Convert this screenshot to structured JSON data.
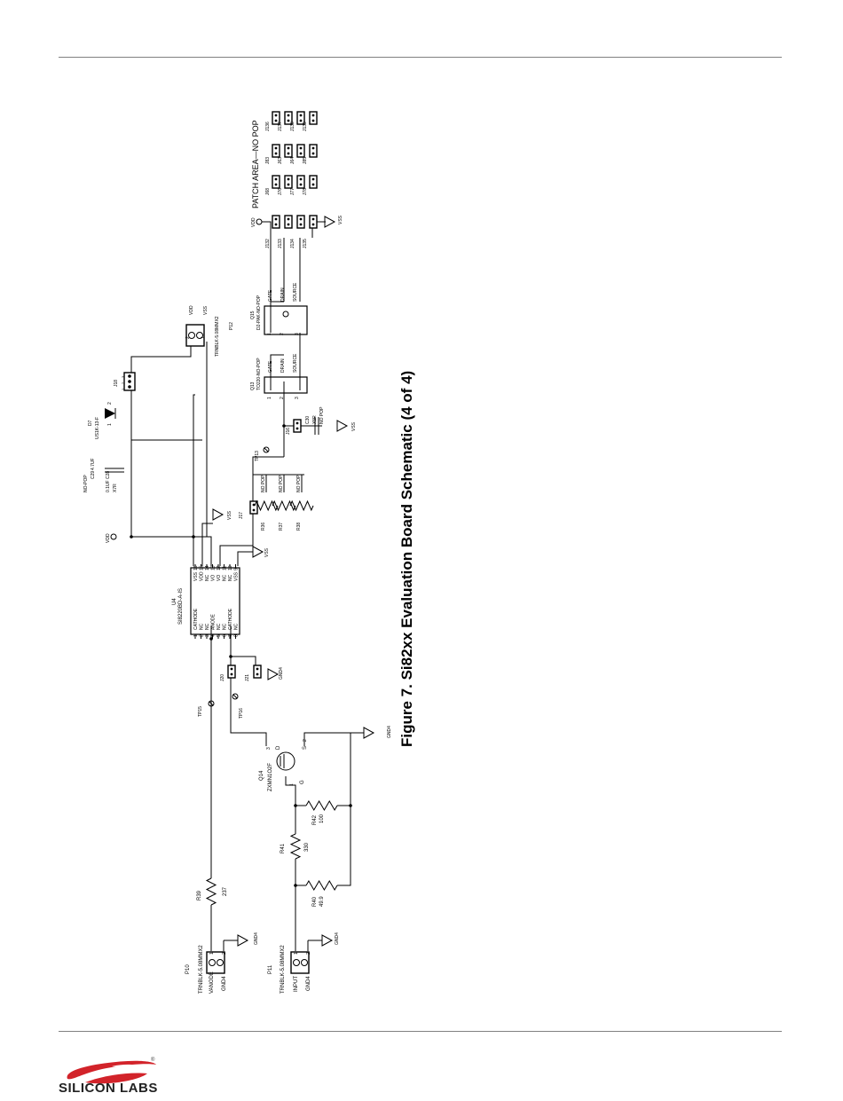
{
  "figure": {
    "caption": "Figure 7. Si82xx Evaluation Board Schematic (4 of 4)"
  },
  "logo": {
    "text": "SILICON LABS"
  },
  "patch": {
    "title": "PATCH AREA—NO POP",
    "left_col": [
      "J132",
      "J133",
      "J134",
      "J135"
    ],
    "left_top_label": "VDD",
    "left_bottom_label": "VSS",
    "grid": [
      [
        "J68",
        "J83",
        "J136"
      ],
      [
        "J76",
        "J63",
        "J137"
      ],
      [
        "J77",
        "J64",
        "J138"
      ],
      [
        "J78",
        "J85",
        "J139"
      ]
    ]
  },
  "u4": {
    "ref": "U4",
    "part": "SI8220BD-A-IS",
    "left_pins": [
      {
        "num": "1",
        "name": "CATHODE"
      },
      {
        "num": "2",
        "name": "NC"
      },
      {
        "num": "3",
        "name": "NC"
      },
      {
        "num": "4",
        "name": "ANODE"
      },
      {
        "num": "5",
        "name": "NC"
      },
      {
        "num": "6",
        "name": "NC"
      },
      {
        "num": "7",
        "name": "CATHODE"
      },
      {
        "num": "8",
        "name": "NC"
      }
    ],
    "right_pins": [
      {
        "num": "16",
        "name": "VSS"
      },
      {
        "num": "15",
        "name": "VDD"
      },
      {
        "num": "14",
        "name": "NC"
      },
      {
        "num": "13",
        "name": "VO"
      },
      {
        "num": "12",
        "name": "VO"
      },
      {
        "num": "11",
        "name": "NC"
      },
      {
        "num": "10",
        "name": "NC"
      },
      {
        "num": "9",
        "name": "VSS"
      }
    ]
  },
  "parts": {
    "p10": {
      "ref": "P10",
      "part": "TRNBLK-5.08MMX2",
      "pin1": "VANODE",
      "pin2": "GND4",
      "n1": "1",
      "n2": "2"
    },
    "p11": {
      "ref": "P11",
      "part": "TRNBLK-5.08MMX2",
      "pin1": "INPUT",
      "pin2": "GND4",
      "n1": "1",
      "n2": "2"
    },
    "p12": {
      "ref": "P12",
      "part": "TRNBLK-5.08MMX2",
      "pin1": "VDD",
      "pin2": "VSS",
      "n1": "2",
      "n2": "1"
    },
    "r39": {
      "ref": "R39",
      "val": "237"
    },
    "r40": {
      "ref": "R40",
      "val": "49.9"
    },
    "r41": {
      "ref": "R41",
      "val": "330"
    },
    "r42": {
      "ref": "R42",
      "val": "100"
    },
    "r36": {
      "ref": "R36",
      "val": "NO POP"
    },
    "r37": {
      "ref": "R37",
      "val": "NO POP"
    },
    "r38": {
      "ref": "R38",
      "val": "NO POP"
    },
    "q14": {
      "ref": "Q14",
      "part": "ZXMN1O2F",
      "d": "D",
      "g": "G",
      "s": "S",
      "n3": "3",
      "n1": "1",
      "n2": "2"
    },
    "q13": {
      "ref": "Q13",
      "part": "TO220-NO-POP",
      "gate": "GATE",
      "drain": "DRAIN",
      "source": "SOURCE",
      "n1": "1",
      "n2": "2",
      "n3": "3"
    },
    "q15": {
      "ref": "Q15",
      "part": "D2-PAK-NO-POP",
      "gate": "GATE",
      "drain": "DRAIN",
      "source": "SOURCE",
      "n1": "1",
      "n2": "2",
      "n3": "3"
    },
    "d7": {
      "ref": "D7",
      "part": "US1K-13-F",
      "n1": "1",
      "n2": "2"
    },
    "c28": {
      "ref": "C28",
      "val": "0.1UF",
      "type": "X7R"
    },
    "c29": {
      "ref": "C29",
      "val": "4.7UF"
    },
    "c29_nopop": "NO-POP",
    "c30": {
      "ref": "C30",
      "val": "X5R",
      "nopop": "NO POP"
    },
    "j16": "J16",
    "j17": "J17",
    "j18": "J18",
    "j20": "J20",
    "j21": "J21",
    "j18_pins": [
      "1",
      "2",
      "3"
    ],
    "tp13": "TP13",
    "tp15": "TP15",
    "tp16": "TP16",
    "vdd": "VDD",
    "vss": "VSS",
    "gnd4": "GND4"
  }
}
